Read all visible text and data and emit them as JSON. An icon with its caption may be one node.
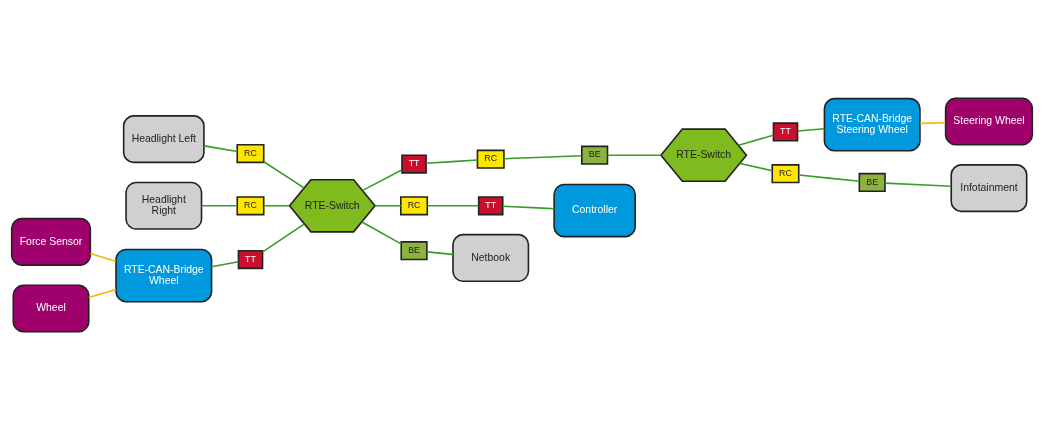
{
  "diagram": {
    "nodes": [
      {
        "text": [
          "Headlight Left"
        ]
      },
      {
        "text": [
          "Headlight Right"
        ]
      },
      {
        "text": [
          "Force Sensor"
        ]
      },
      {
        "text": [
          "Steering Wheel"
        ]
      },
      {
        "text": [
          "RC"
        ]
      },
      {
        "text": [
          "RC"
        ]
      },
      {
        "text": [
          "RTE-CAN-Bridge Wheel"
        ]
      },
      {
        "text": [
          "TT"
        ]
      },
      {
        "text": [
          "RTE-Switch"
        ]
      },
      {
        "text": [
          "TT"
        ]
      },
      {
        "text": [
          "RC"
        ]
      },
      {
        "text": [
          "BE"
        ]
      },
      {
        "text": [
          "RTE-Switch"
        ]
      },
      {
        "text": [
          "TT"
        ]
      },
      {
        "text": [
          "RTE-CAN-Bridge Steering Wheel"
        ]
      },
      {
        "text": [
          "Wheel"
        ]
      },
      {
        "text": [
          "TT"
        ]
      },
      {
        "text": [
          "RC"
        ]
      },
      {
        "text": [
          "BE"
        ]
      },
      {
        "text": [
          "RC"
        ]
      },
      {
        "text": [
          "BE"
        ]
      },
      {
        "text": [
          "Controller"
        ]
      },
      {
        "text": [
          "Netbook"
        ]
      },
      {
        "text": [
          "Infotainment"
        ]
      }
    ],
    "edges": [
      {
        "from": 0,
        "to": 4,
        "arrow": "none"
      },
      {
        "from": 4,
        "to": 8,
        "arrow": "none"
      },
      {
        "from": 1,
        "to": 5,
        "arrow": "none"
      },
      {
        "from": 5,
        "to": 8,
        "arrow": "none"
      },
      {
        "from": 2,
        "to": 6,
        "arrow": "none",
        "color": "#f5b800"
      },
      {
        "from": 15,
        "to": 6,
        "arrow": "none",
        "color": "#f5b800"
      },
      {
        "from": 6,
        "to": 7,
        "arrow": "none"
      },
      {
        "from": 7,
        "to": 8,
        "arrow": "none"
      },
      {
        "from": 8,
        "to": 9,
        "arrow": "none"
      },
      {
        "from": 9,
        "to": 10,
        "arrow": "none"
      },
      {
        "from": 10,
        "to": 11,
        "arrow": "none"
      },
      {
        "from": 11,
        "to": 12,
        "arrow": "none"
      },
      {
        "from": 12,
        "to": 13,
        "arrow": "none"
      },
      {
        "from": 13,
        "to": 14,
        "arrow": "none"
      },
      {
        "from": 14,
        "to": 3,
        "arrow": "none",
        "color": "#f5b800"
      },
      {
        "from": 8,
        "to": 17,
        "arrow": "none"
      },
      {
        "from": 17,
        "to": 16,
        "arrow": "none"
      },
      {
        "from": 16,
        "to": 21,
        "arrow": "none"
      },
      {
        "from": 8,
        "to": 18,
        "arrow": "none"
      },
      {
        "from": 18,
        "to": 22,
        "arrow": "none"
      },
      {
        "from": 12,
        "to": 19,
        "arrow": "none"
      },
      {
        "from": 19,
        "to": 20,
        "arrow": "none"
      },
      {
        "from": 20,
        "to": 23,
        "arrow": "none"
      }
    ]
  }
}
